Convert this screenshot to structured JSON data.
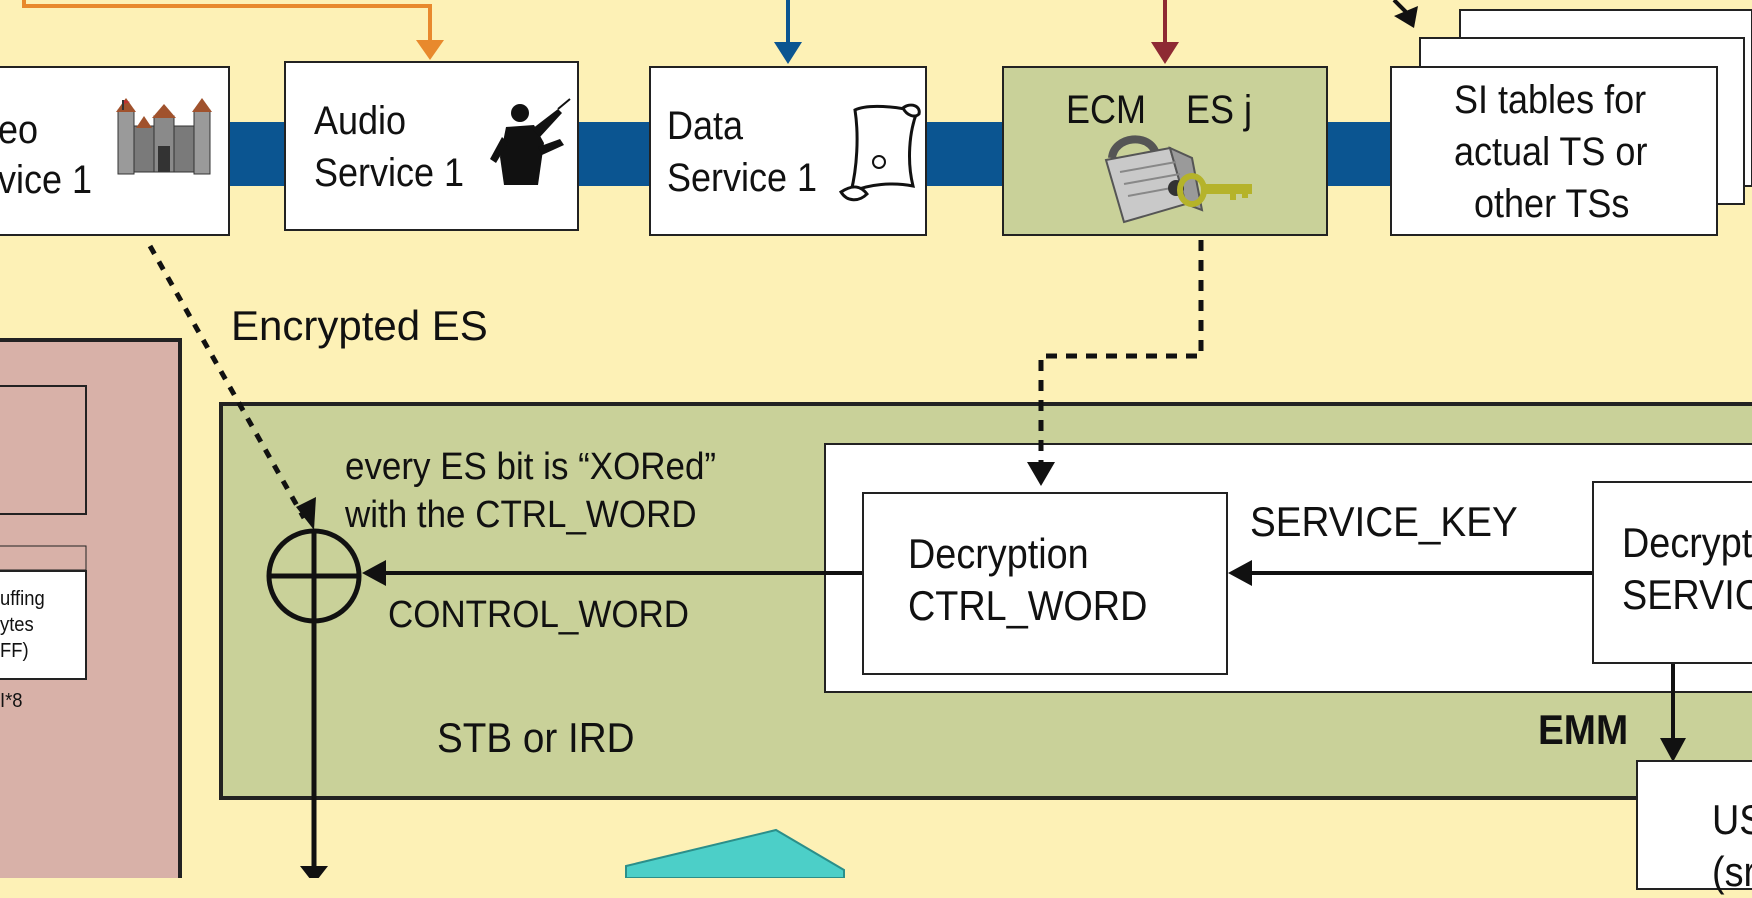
{
  "services": {
    "video": {
      "line1": "eo",
      "line2": "vice 1"
    },
    "audio": {
      "line1": "Audio",
      "line2": "Service 1"
    },
    "data": {
      "line1": "Data",
      "line2": "Service 1"
    },
    "ecm": {
      "label1": "ECM",
      "label2": "ES j"
    },
    "si": {
      "line1": "SI tables for",
      "line2": "actual TS or",
      "line3": "other TSs"
    }
  },
  "labels": {
    "encrypted_es": "Encrypted ES",
    "xor_line1": "every ES bit is “XORed”",
    "xor_line2": "with the CTRL_WORD",
    "control_word": "CONTROL_WORD",
    "stb": "STB or IRD",
    "service_key": "SERVICE_KEY",
    "emm": "EMM"
  },
  "boxes": {
    "decrypt_ctrl": {
      "line1": "Decryption",
      "line2": "CTRL_WORD"
    },
    "decrypt_service": {
      "line1": "Decrypt",
      "line2": "SERVIC"
    },
    "us_box": {
      "line1": "US",
      "line2": "(sr"
    }
  },
  "packet_panel": {
    "stuffing_line1": "uffing",
    "stuffing_line2": "ytes",
    "stuffing_line3": "FF)",
    "footnote": "I*8"
  },
  "colors": {
    "background": "#fdf1b6",
    "transport_bar": "#0b5591",
    "stb_panel": "#c9d199",
    "packet_panel": "#d8b1a8",
    "arrow_orange": "#e8892d",
    "arrow_blue": "#0b5591",
    "arrow_red": "#8e2a33",
    "teal": "#4ccfc8"
  },
  "icons": [
    "castle-icon",
    "conductor-icon",
    "scroll-icon",
    "padlock-key-icon"
  ]
}
